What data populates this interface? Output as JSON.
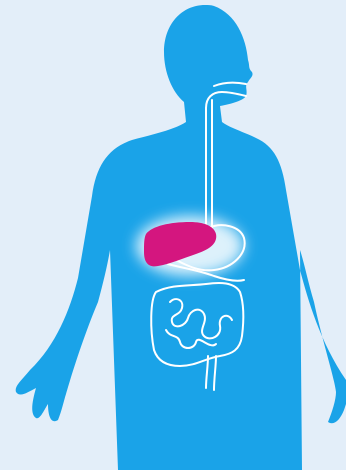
{
  "colors": {
    "background": "#e3eef9",
    "body": "#1aa3e8",
    "organ_outline": "#ffffff",
    "liver": "#d4167f",
    "glow": "#ffffff"
  },
  "elements": {
    "body": "human-body-silhouette",
    "digestive_tract": "digestive-system-outline",
    "highlighted_organ": "liver"
  }
}
